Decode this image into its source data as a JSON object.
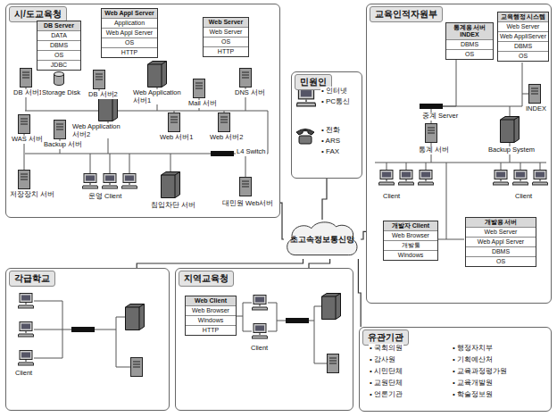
{
  "diagram": {
    "nodes": [
      {
        "text": [
          "시/도교육청"
        ]
      },
      {
        "text": [
          "DB Server",
          "DATA",
          "DBMS",
          "OS",
          "JDBC"
        ],
        "in": 0
      },
      {
        "text": [
          "Web Appl Server",
          "Application",
          "Web Appl Server",
          "OS",
          "HTTP"
        ],
        "in": 0
      },
      {
        "text": [
          "Web Server",
          "Web Server",
          "OS",
          "HTTP"
        ],
        "in": 0
      },
      {
        "text": [
          "민원인",
          "• 인터넷",
          "• PC통신",
          "• 전화",
          "• ARS",
          "• FAX"
        ]
      },
      {
        "text": [
          "교육인적자원부"
        ]
      },
      {
        "text": [
          "통계용 서버 INDEX",
          "DBMS",
          "OS"
        ],
        "in": 5
      },
      {
        "text": [
          "교육행정 시스템",
          "Web Server",
          "Web AppliServer",
          "DBMS",
          "OS"
        ],
        "in": 5
      },
      {
        "text": [
          "개발자 Client",
          "Web Browser",
          "개발툴",
          "Windows"
        ],
        "in": 5
      },
      {
        "text": [
          "개발용 서버",
          "Web Server",
          "Web Appl Server",
          "DBMS",
          "OS"
        ],
        "in": 5
      },
      {
        "text": [
          "초고속정보통신망"
        ]
      },
      {
        "text": [
          "각급학교"
        ]
      },
      {
        "text": [
          "지역교육청"
        ]
      },
      {
        "text": [
          "Web Client",
          "Web Browser",
          "Windows",
          "HTTP"
        ],
        "in": 12
      },
      {
        "text": [
          "유관기관",
          "• 국회의원",
          "• 감사원",
          "• 시민단체",
          "• 교원단체",
          "• 언론기관",
          "• 행정자치부",
          "• 기획예산처",
          "• 교육과정평가원",
          "• 교육개발원",
          "• 학술정보원"
        ]
      }
    ],
    "edges": [
      {
        "from": 0,
        "to": 10,
        "arrow": "none"
      },
      {
        "from": 4,
        "to": 10,
        "arrow": "none"
      },
      {
        "from": 5,
        "to": 10,
        "arrow": "none"
      },
      {
        "from": 11,
        "to": 10,
        "arrow": "none"
      },
      {
        "from": 12,
        "to": 10,
        "arrow": "none"
      },
      {
        "from": 14,
        "to": 10,
        "arrow": "none"
      }
    ],
    "labels": [
      "DB 서버1",
      "Storage Disk",
      "DB 서버2",
      "Web Application 서버1",
      "Mail 서버",
      "DNS 서버",
      "Web Application 서버2",
      "WAS 서버",
      "Backup 서버",
      "Web 서버1",
      "Web 서버2",
      "L4 Switch",
      "저장장치 서버",
      "운영 Client",
      "침입차단 서버",
      "대민원 Web서버",
      "중계 Server",
      "INDEX",
      "통계 서버",
      "Backup System",
      "Client",
      "Client",
      "Client",
      "Client"
    ]
  }
}
